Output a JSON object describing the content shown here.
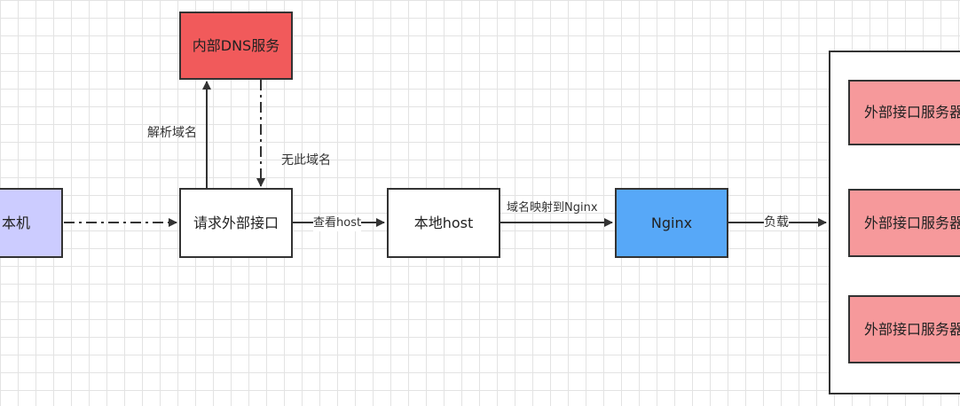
{
  "nodes": {
    "local_machine": "本机",
    "internal_dns": "内部DNS服务",
    "request_api": "请求外部接口",
    "local_host": "本地host",
    "nginx": "Nginx",
    "external_server_1": "外部接口服务器",
    "external_server_2": "外部接口服务器",
    "external_server_3": "外部接口服务器"
  },
  "edges": {
    "resolve_domain": "解析域名",
    "no_such_domain": "无此域名",
    "check_host": "查看host",
    "map_to_nginx": "域名映射到Nginx",
    "load": "负载"
  },
  "colors": {
    "local_machine_fill": "#ccccff",
    "dns_fill": "#f15a5b",
    "nginx_fill": "#57a8f8",
    "server_fill": "#f6999b",
    "grid": "#e3e3e3",
    "line": "#333333"
  }
}
